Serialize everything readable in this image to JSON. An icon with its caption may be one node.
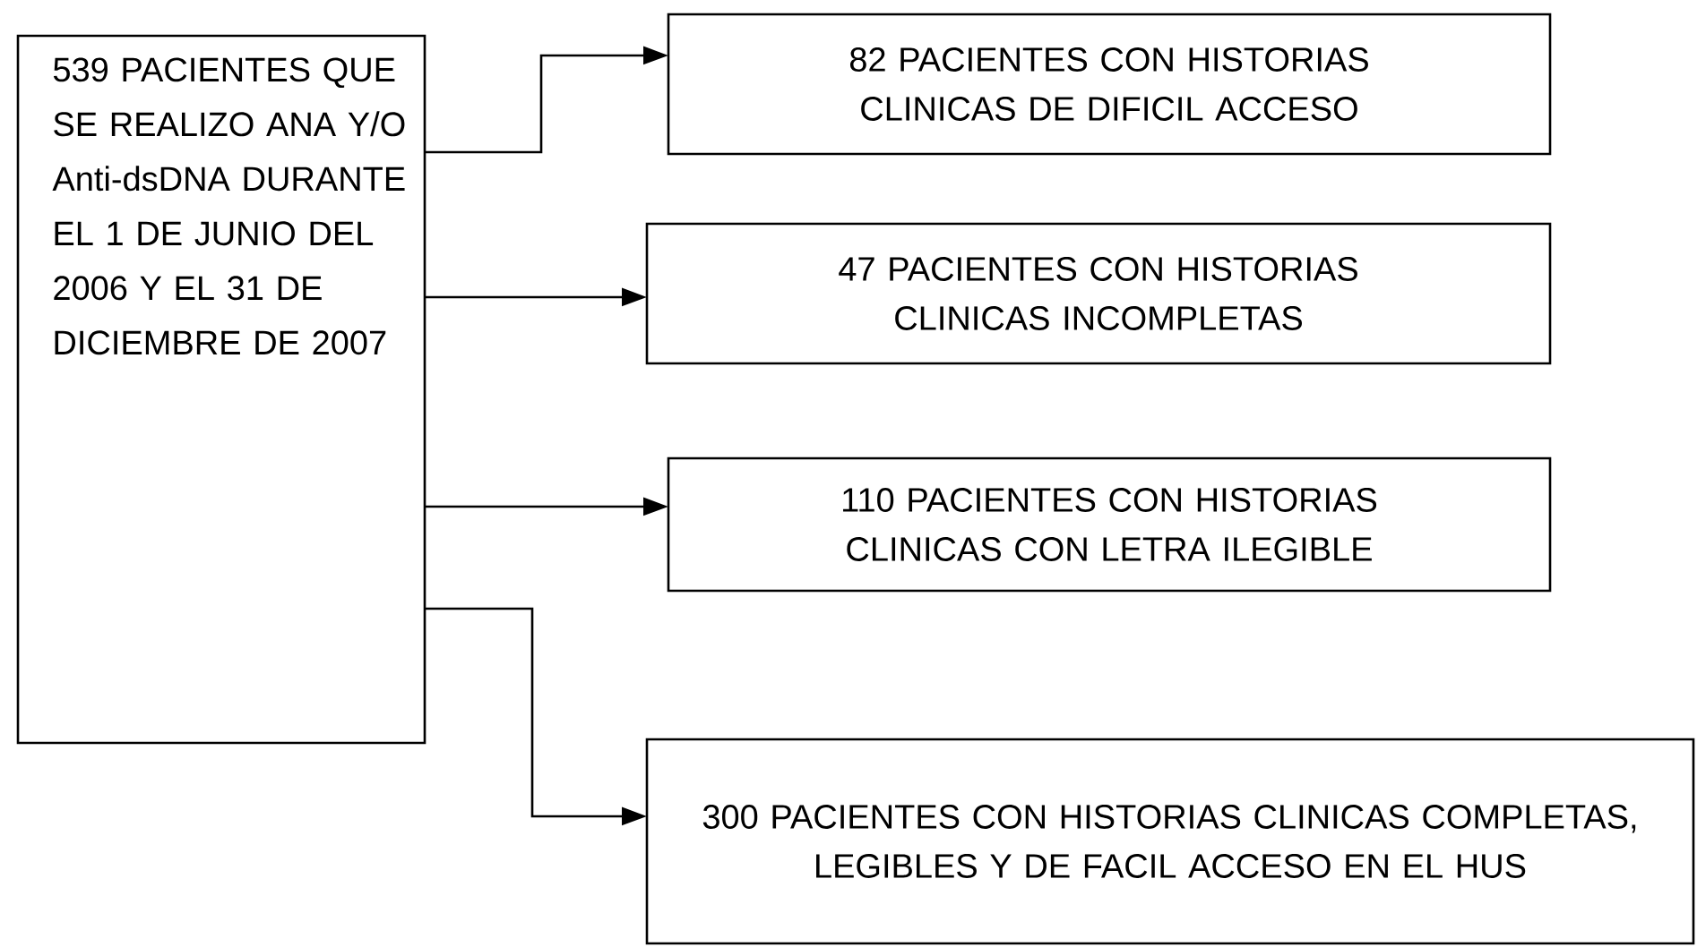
{
  "diagram": {
    "nodes": [
      {
        "text": [
          "539 PACIENTES QUE SE REALIZO ANA Y/O Anti-dsDNA DURANTE EL 1 DE JUNIO DEL 2006 Y EL 31 DE DICIEMBRE DE 2007"
        ]
      },
      {
        "text": [
          "82 PACIENTES CON HISTORIAS CLINICAS DE DIFICIL ACCESO"
        ]
      },
      {
        "text": [
          "47 PACIENTES CON HISTORIAS CLINICAS INCOMPLETAS"
        ]
      },
      {
        "text": [
          "110 PACIENTES CON HISTORIAS CLINICAS CON LETRA ILEGIBLE"
        ]
      },
      {
        "text": [
          "300 PACIENTES CON HISTORIAS CLINICAS COMPLETAS, LEGIBLES Y DE FACIL ACCESO EN EL HUS"
        ]
      }
    ],
    "edges": [
      {
        "from": 0,
        "to": 1,
        "arrow": "to"
      },
      {
        "from": 0,
        "to": 2,
        "arrow": "to"
      },
      {
        "from": 0,
        "to": 3,
        "arrow": "to"
      },
      {
        "from": 0,
        "to": 4,
        "arrow": "to"
      }
    ]
  }
}
